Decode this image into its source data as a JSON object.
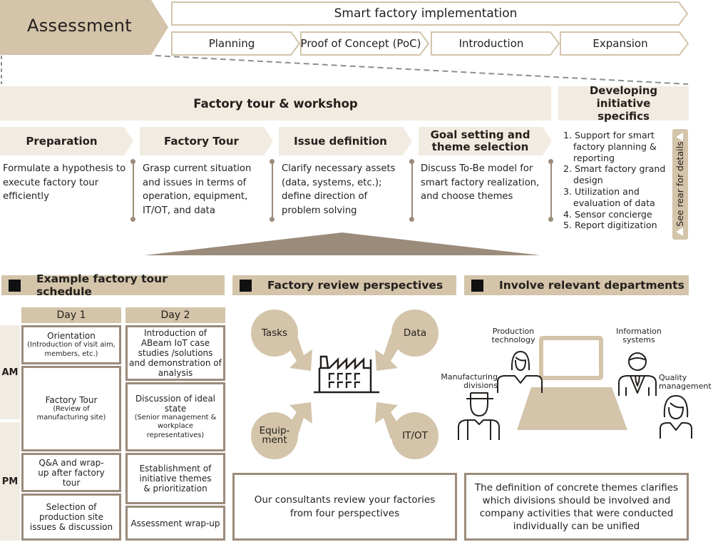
{
  "header": {
    "assessment_label": "Assessment",
    "implementation_title": "Smart factory implementation",
    "phases": [
      "Planning",
      "Proof of Concept (PoC)",
      "Introduction",
      "Expansion"
    ]
  },
  "workshop": {
    "title": "Factory tour & workshop",
    "steps": [
      {
        "title": "Preparation",
        "description": "Formulate a hypothesis to execute factory tour efficiently"
      },
      {
        "title": "Factory Tour",
        "description": "Grasp current situation and issues in terms of operation, equipment, IT/OT, and data"
      },
      {
        "title": "Issue definition",
        "description": "Clarify necessary assets (data, systems, etc.); define direction of problem solving"
      },
      {
        "title": "Goal setting and theme selection",
        "description": "Discuss To-Be model for smart factory realization, and choose themes"
      }
    ]
  },
  "initiative": {
    "title": "Developing initiative specifics",
    "items": [
      "1. Support for smart factory planning & reporting",
      "2. Smart factory grand design",
      "3. Utilization and evaluation of data",
      "4. Sensor concierge",
      "5. Report digitization"
    ],
    "see_rear_label": "See rear for details"
  },
  "schedule": {
    "title": "Example factory tour schedule",
    "days": [
      "Day 1",
      "Day 2"
    ],
    "periods": [
      "AM",
      "PM"
    ],
    "day1": [
      {
        "main": "Orientation",
        "sub": "(Introduction of visit aim, members, etc.)"
      },
      {
        "main": "Factory Tour",
        "sub": "(Review of manufacturing site)"
      },
      {
        "main": "Q&A and wrap-up after factory tour",
        "sub": ""
      },
      {
        "main": "Selection of production site issues &  discussion",
        "sub": ""
      }
    ],
    "day2": [
      {
        "main": "Introduction of ABeam IoT case studies /solutions and demonstration of analysis",
        "sub": ""
      },
      {
        "main": "Discussion of  ideal state",
        "sub": "(Senior management & workplace representatives)"
      },
      {
        "main": "Establishment of initiative themes & prioritization",
        "sub": ""
      },
      {
        "main": "Assessment wrap-up",
        "sub": ""
      }
    ]
  },
  "perspectives": {
    "title": "Factory review perspectives",
    "bubbles": [
      "Tasks",
      "Data",
      "Equip-\nment",
      "IT/OT"
    ],
    "note": "Our consultants review your factories from four perspectives"
  },
  "departments": {
    "title": "Involve relevant departments",
    "people": [
      "Production technology",
      "Information systems",
      "Manufacturing divisions",
      "Quality management"
    ],
    "note": "The definition of concrete themes clarifies which divisions should be involved and company activities that were conducted individually can be unified"
  },
  "colors": {
    "tan": "#d3c4aa",
    "light_tan": "#f1ebe1",
    "taupe": "#9b8b7a",
    "dark": "#231f1c"
  }
}
